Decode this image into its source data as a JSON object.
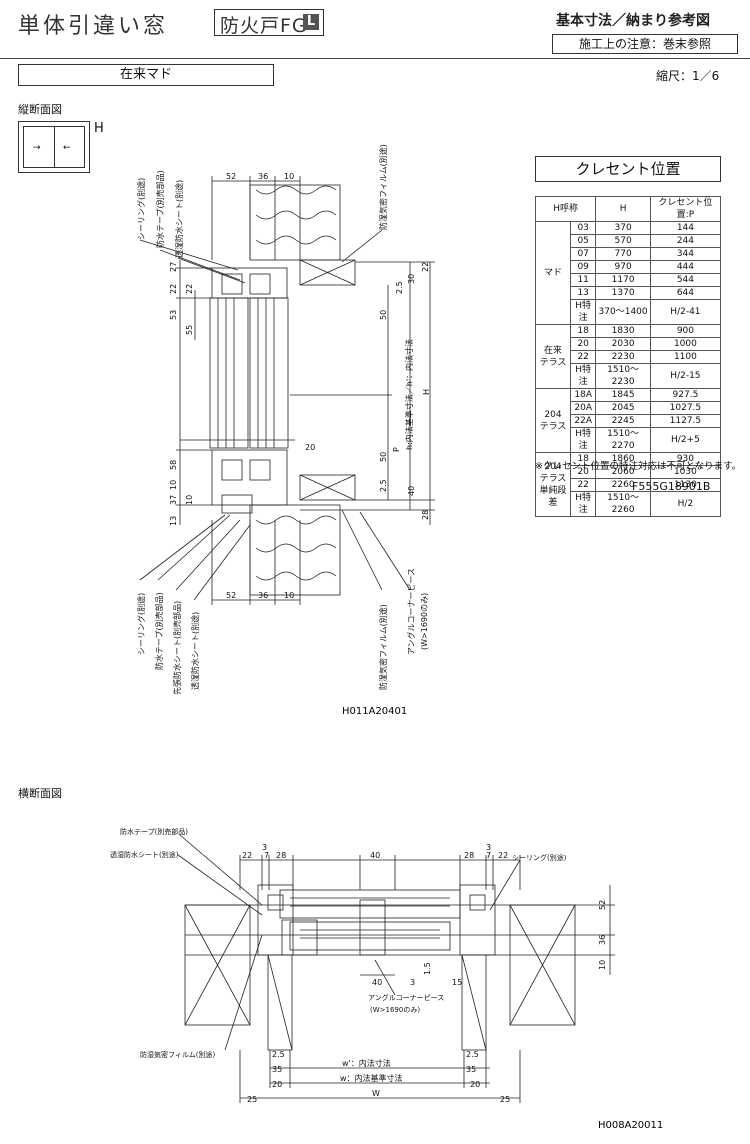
{
  "header": {
    "title": "単体引違い窓",
    "badge": "防火戸FG",
    "badge_mark": "L",
    "right_title": "基本寸法／納まり参考図",
    "note": "施工上の注意：巻末参照"
  },
  "window_type": "在来マド",
  "scale": "縮尺：1／6",
  "vertical_section": {
    "label": "縦断面図",
    "icon_label": "H",
    "code": "H011A20401",
    "labels_top": [
      "シーリング(別途)",
      "防水テープ(別売部品)",
      "透湿防水シート(別途)",
      "防湿気密フィルム(別途)"
    ],
    "labels_bottom": [
      "シーリング(別途)",
      "防水テープ(別売部品)",
      "先張防水シート(別売部品)",
      "透湿防水シート(別途)",
      "防湿気密フィルム(別途)",
      "アングルコーナーピース",
      "(W>1690のみ)"
    ],
    "dims_top": [
      "52",
      "36",
      "10"
    ],
    "dims_bottom": [
      "52",
      "36",
      "10"
    ],
    "dims_left": [
      "27",
      "22",
      "22",
      "53",
      "55",
      "58",
      "10",
      "37",
      "10",
      "13"
    ],
    "dims_right": [
      "2.5",
      "30",
      "22",
      "50",
      "50",
      "2.5",
      "40",
      "28",
      "20"
    ],
    "text_h": "h:内法基準寸法／h'：内法寸法",
    "text_H": "H",
    "text_P": "P"
  },
  "crescent": {
    "title": "クレセント位置",
    "columns": [
      "H呼称",
      "H",
      "クレセント位置:P"
    ],
    "groups": [
      {
        "name": [
          "マド"
        ],
        "rows": [
          [
            "03",
            "370",
            "144"
          ],
          [
            "05",
            "570",
            "244"
          ],
          [
            "07",
            "770",
            "344"
          ],
          [
            "09",
            "970",
            "444"
          ],
          [
            "11",
            "1170",
            "544"
          ],
          [
            "13",
            "1370",
            "644"
          ],
          [
            "H特注",
            "370〜1400",
            "H/2-41"
          ]
        ]
      },
      {
        "name": [
          "在来",
          "テラス"
        ],
        "rows": [
          [
            "18",
            "1830",
            "900"
          ],
          [
            "20",
            "2030",
            "1000"
          ],
          [
            "22",
            "2230",
            "1100"
          ],
          [
            "H特注",
            "1510〜2230",
            "H/2-15"
          ]
        ]
      },
      {
        "name": [
          "204",
          "テラス"
        ],
        "rows": [
          [
            "18A",
            "1845",
            "927.5"
          ],
          [
            "20A",
            "2045",
            "1027.5"
          ],
          [
            "22A",
            "2245",
            "1127.5"
          ],
          [
            "H特注",
            "1510〜2270",
            "H/2+5"
          ]
        ]
      },
      {
        "name": [
          "204",
          "テラス",
          "単純段差"
        ],
        "rows": [
          [
            "18",
            "1860",
            "930"
          ],
          [
            "20",
            "2060",
            "1030"
          ],
          [
            "22",
            "2260",
            "1130"
          ],
          [
            "H特注",
            "1510〜2260",
            "H/2"
          ]
        ]
      }
    ],
    "note": "※クレセント位置の特注対応は不可となります。",
    "code": "F555G18901B"
  },
  "horizontal_section": {
    "label": "横断面図",
    "code": "H008A20011",
    "labels": [
      "防水テープ(別売部品)",
      "透湿防水シート(別途)",
      "シーリング(別途)",
      "アングルコーナーピース",
      "(W>1690のみ)",
      "防湿気密フィルム(別途)"
    ],
    "dims_top_left": [
      "3",
      "22",
      "7",
      "28"
    ],
    "dims_top_mid": "40",
    "dims_top_right": [
      "3",
      "28",
      "7",
      "22"
    ],
    "dims_mid": [
      "40",
      "3",
      "1.5",
      "15"
    ],
    "dims_right": [
      "52",
      "36",
      "10"
    ],
    "dim_w_inner": "w'：内法寸法",
    "dim_w": "w：内法基準寸法",
    "dim_W": "W",
    "dims_bottom": [
      "2.5",
      "35",
      "20",
      "25",
      "2.5",
      "35",
      "20",
      "25"
    ]
  }
}
